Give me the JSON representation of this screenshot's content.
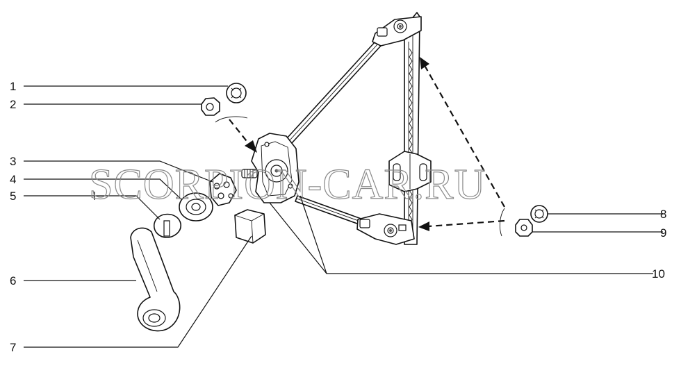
{
  "watermark": "SCORPION-CAR.RU",
  "callouts": {
    "c1": "1",
    "c2": "2",
    "c3": "3",
    "c4": "4",
    "c5": "5",
    "c6": "6",
    "c7": "7",
    "c8": "8",
    "c9": "9",
    "c10": "10"
  }
}
